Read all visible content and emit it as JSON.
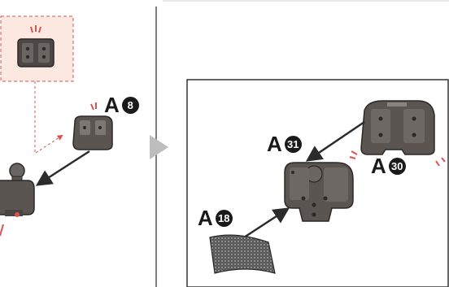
{
  "callouts": [
    {
      "letter": "A",
      "number": "8"
    },
    {
      "letter": "A",
      "number": "31"
    },
    {
      "letter": "A",
      "number": "30"
    },
    {
      "letter": "A",
      "number": "18"
    }
  ],
  "colors": {
    "part_gray": "#5b5552",
    "part_dark": "#3f3a37",
    "part_light": "#8a8480",
    "arrow": "#2b2b2b",
    "guide_red": "#d9534f",
    "inset_fill": "#fbe9e1",
    "divider": "#555555",
    "step_arrow": "#bdbdbd",
    "sticker": "#6e6e6e"
  }
}
